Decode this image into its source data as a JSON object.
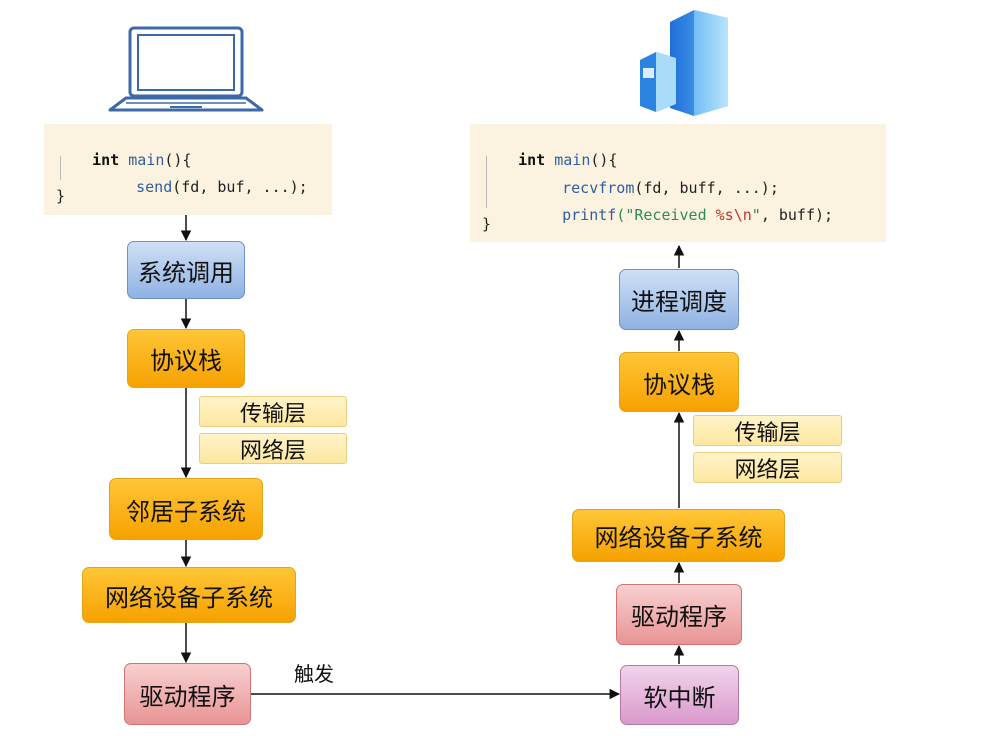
{
  "sender": {
    "code": {
      "line1_kw": "int",
      "line1_fn": "main",
      "line1_rest": "(){",
      "line2_fn": "send",
      "line2_rest": "(fd, buf, ...);",
      "line3": "}"
    },
    "steps": {
      "syscall": "系统调用",
      "stack": "协议栈",
      "transport": "传输层",
      "network": "网络层",
      "neighbor": "邻居子系统",
      "netdev": "网络设备子系统",
      "driver": "驱动程序"
    }
  },
  "trigger_label": "触发",
  "receiver": {
    "code": {
      "line1_kw": "int",
      "line1_fn": "main",
      "line1_rest": "(){",
      "line2_fn": "recvfrom",
      "line2_rest": "(fd, buff, ...);",
      "line3_fn": "printf",
      "line3_str1": "(\"Received ",
      "line3_esc": "%s\\n",
      "line3_str2": "\"",
      "line3_rest": ", buff);",
      "line4": "}"
    },
    "steps": {
      "scheduling": "进程调度",
      "stack": "协议栈",
      "transport": "传输层",
      "network": "网络层",
      "netdev": "网络设备子系统",
      "driver": "驱动程序",
      "softirq": "软中断"
    }
  },
  "icons": [
    "laptop-icon",
    "server-icon"
  ],
  "colors": {
    "code_bg": "#fbf3df",
    "blue_box": "#8fb2e2",
    "orange_box": "#f6a100",
    "pale_box": "#fde7a0",
    "red_box": "#e99494",
    "pink_box": "#d999cc"
  }
}
